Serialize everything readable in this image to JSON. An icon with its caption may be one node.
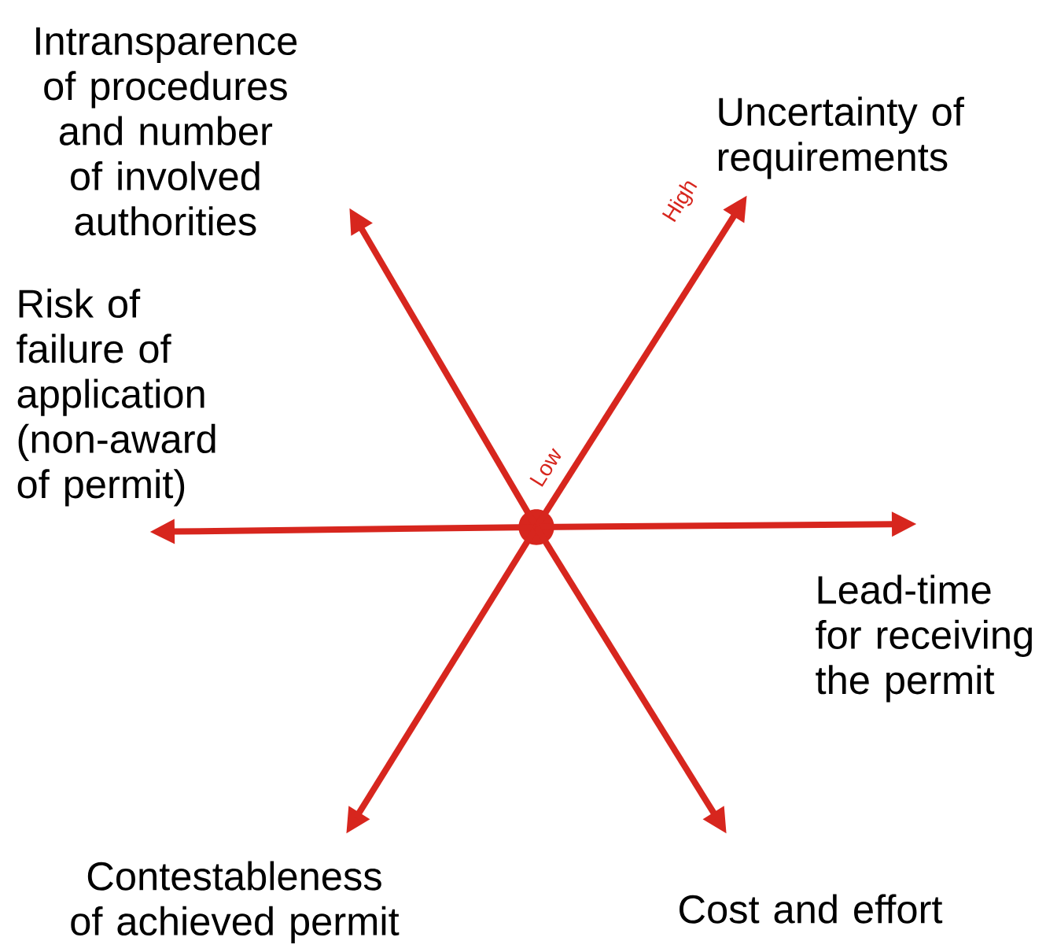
{
  "diagram": {
    "nodes": [
      {
        "text": [],
        "shape": "circle"
      },
      {
        "text": [
          "Intransparence of procedures and number of involved authorities"
        ]
      },
      {
        "text": [
          "Uncertainty of requirements"
        ]
      },
      {
        "text": [
          "Risk of failure of application (non-award of permit)"
        ]
      },
      {
        "text": [
          "Lead-time for receiving the permit"
        ]
      },
      {
        "text": [
          "Contestableness of achieved permit"
        ]
      },
      {
        "text": [
          "Cost and effort"
        ]
      }
    ],
    "edges": [
      {
        "from": 0,
        "to": 1,
        "arrow": "to"
      },
      {
        "from": 0,
        "to": 2,
        "arrow": "to"
      },
      {
        "from": 0,
        "to": 3,
        "arrow": "to"
      },
      {
        "from": 0,
        "to": 4,
        "arrow": "to"
      },
      {
        "from": 0,
        "to": 5,
        "arrow": "to"
      },
      {
        "from": 0,
        "to": 6,
        "arrow": "to"
      }
    ],
    "labels": [
      "High",
      "Low"
    ]
  }
}
